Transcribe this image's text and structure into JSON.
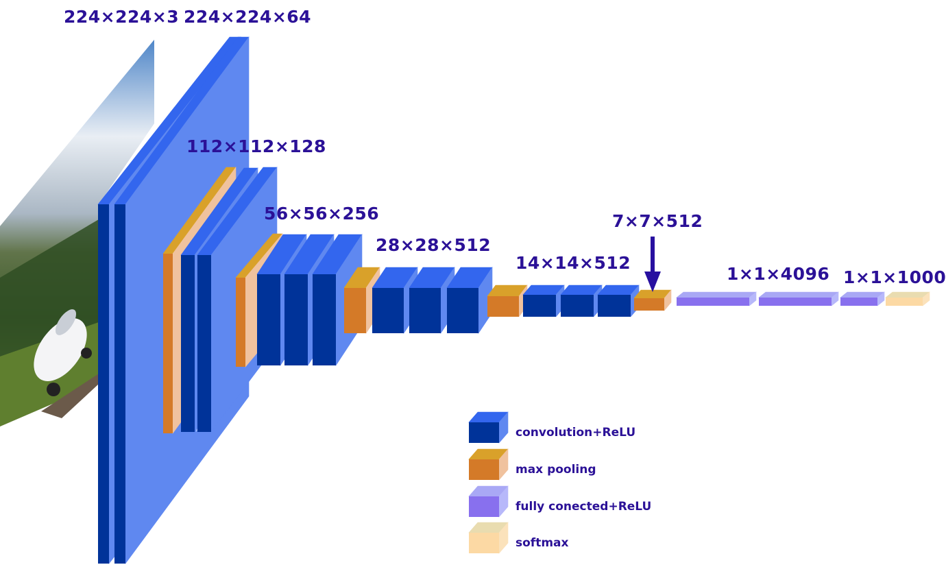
{
  "colors": {
    "conv_front": "#003399",
    "conv_top": "#3366ee",
    "conv_side": "#5f88f0",
    "feature_plane": "#a9c4f8",
    "pool_front": "#d47a28",
    "pool_top": "#d9a12a",
    "pool_side": "#f0c29e",
    "fc_front": "#8870ee",
    "fc_top": "#a9a8f5",
    "fc_side": "#b7b8fa",
    "softmax_front": "#fcd9a4",
    "softmax_top": "#e9dcb0",
    "softmax_side": "#fbe2bb",
    "label_color": "#2b1197",
    "arrow_color": "#2810a0"
  },
  "input_image": {
    "icon": "input-car-photo",
    "alt": "car-on-grass-photo"
  },
  "labels": {
    "input": "224×224×3",
    "block1": "224×224×64",
    "block2": "112×112×128",
    "block3": "56×56×256",
    "block4": "28×28×512",
    "block5": "14×14×512",
    "pool5": "7×7×512",
    "fc": "1×1×4096",
    "softmax": "1×1×1000"
  },
  "legend": {
    "items": [
      {
        "type": "conv",
        "label": "convolution+ReLU"
      },
      {
        "type": "pool",
        "label": "max pooling"
      },
      {
        "type": "fc",
        "label": "fully conected+ReLU"
      },
      {
        "type": "softmax",
        "label": "softmax"
      }
    ]
  }
}
